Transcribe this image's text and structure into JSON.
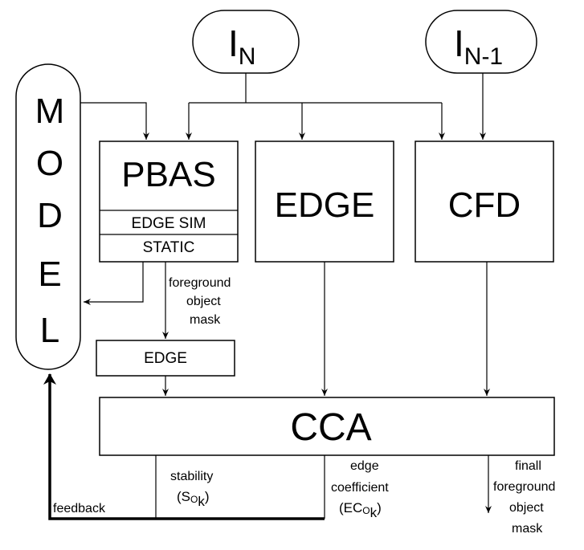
{
  "inputs": {
    "current": {
      "main": "I",
      "sub": "N"
    },
    "previous": {
      "main": "I",
      "sub": "N-1"
    }
  },
  "model": {
    "letters": [
      "M",
      "O",
      "D",
      "E",
      "L"
    ]
  },
  "pbas": {
    "title": "PBAS",
    "row1": "EDGE SIM",
    "row2": "STATIC"
  },
  "edge_block": {
    "label": "EDGE"
  },
  "cfd_block": {
    "label": "CFD"
  },
  "edge_small": {
    "label": "EDGE"
  },
  "cca": {
    "label": "CCA"
  },
  "labels": {
    "foreground_mask": [
      "foreground",
      "object",
      "mask"
    ],
    "stability": {
      "line1": "stability",
      "open": "(",
      "s": "S",
      "o": "O",
      "k": "k",
      "close": ")"
    },
    "edge_coeff": {
      "line1": "edge",
      "line2": "coefficient",
      "open": "(",
      "ec": "EC",
      "o": "O",
      "k": "k",
      "close": ")"
    },
    "final_mask": [
      "finall",
      "foreground",
      "object",
      "mask"
    ],
    "feedback": "feedback"
  },
  "colors": {
    "stroke": "#000000",
    "background": "#ffffff"
  }
}
